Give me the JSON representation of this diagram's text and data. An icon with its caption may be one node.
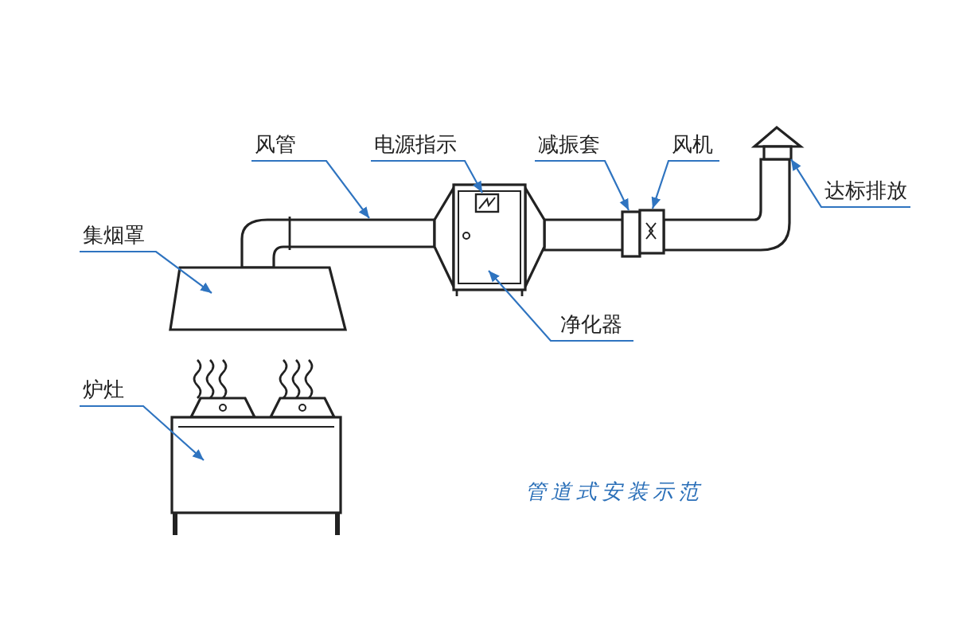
{
  "diagram": {
    "caption": "管道式安装示范",
    "nodes": [
      {
        "text": [
          "风管"
        ]
      },
      {
        "text": [
          "电源指示"
        ]
      },
      {
        "text": [
          "减振套"
        ]
      },
      {
        "text": [
          "风机"
        ]
      },
      {
        "text": [
          "达标排放"
        ]
      },
      {
        "text": [
          "集烟罩"
        ]
      },
      {
        "text": [
          "净化器"
        ]
      },
      {
        "text": [
          "炉灶"
        ]
      },
      {
        "text": [],
        "shape": "picture"
      },
      {
        "text": [],
        "shape": "picture"
      },
      {
        "text": [],
        "shape": "picture",
        "in": 9
      },
      {
        "text": [],
        "shape": "box"
      },
      {
        "text": [],
        "shape": "picture"
      },
      {
        "text": [],
        "shape": "picture"
      },
      {
        "text": [],
        "shape": "trapezoid"
      },
      {
        "text": [],
        "shape": "picture"
      }
    ],
    "edges": [
      {
        "from": 0,
        "to": 8,
        "arrow": "to"
      },
      {
        "from": 1,
        "to": 10,
        "arrow": "to"
      },
      {
        "from": 2,
        "to": 11,
        "arrow": "to"
      },
      {
        "from": 3,
        "to": 12,
        "arrow": "to"
      },
      {
        "from": 4,
        "to": 13,
        "arrow": "to"
      },
      {
        "from": 5,
        "to": 14,
        "arrow": "to"
      },
      {
        "from": 6,
        "to": 9,
        "arrow": "to"
      },
      {
        "from": 7,
        "to": 15,
        "arrow": "to"
      }
    ]
  }
}
